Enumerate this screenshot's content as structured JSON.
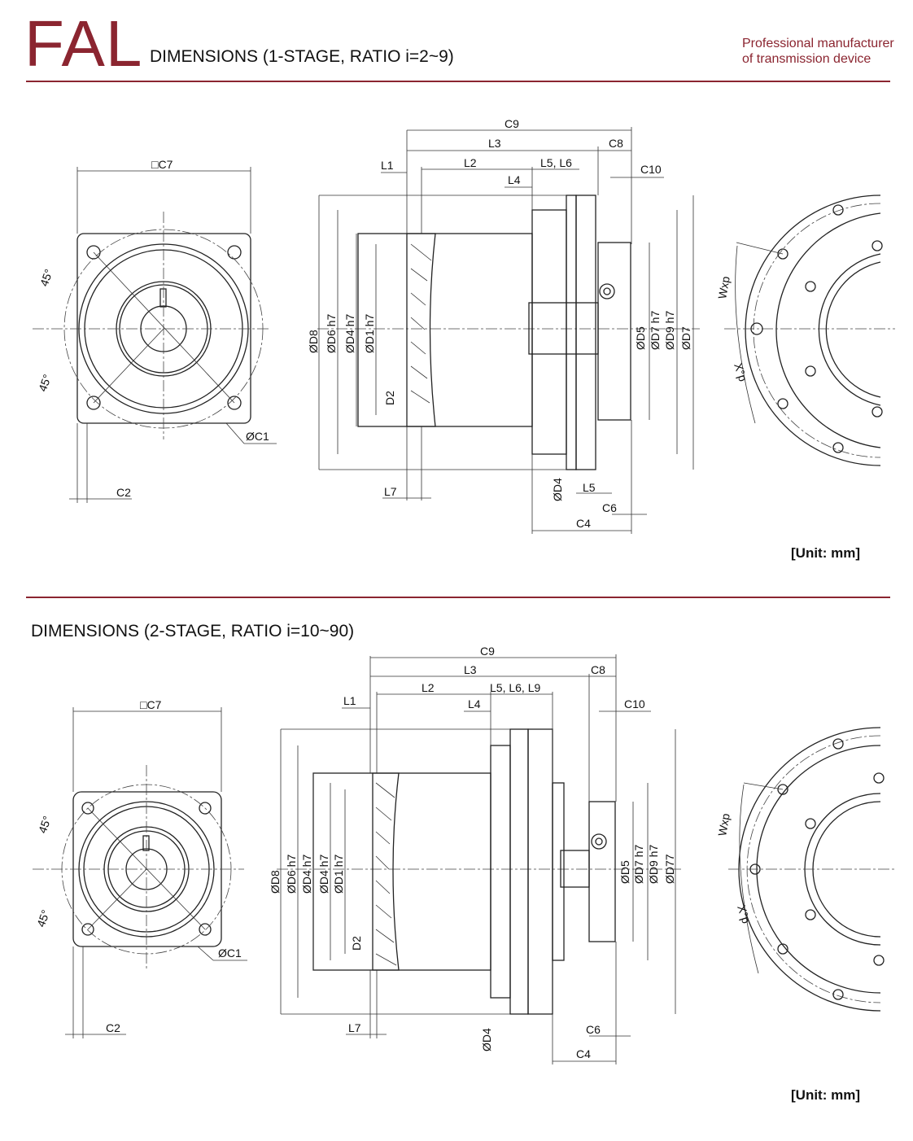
{
  "header": {
    "brand": "FAL",
    "title_1stage": "DIMENSIONS (1-STAGE, RATIO i=2~9)",
    "tagline_line1": "Professional manufacturer",
    "tagline_line2": "of transmission device",
    "brand_color": "#8b2530"
  },
  "section2": {
    "title": "DIMENSIONS (2-STAGE, RATIO i=10~90)"
  },
  "unit_label": "[Unit:  mm]",
  "labels": {
    "C7": "□C7",
    "C1": "ØC1",
    "C2": "C2",
    "deg45": "45°",
    "C9": "C9",
    "L3": "L3",
    "C8": "C8",
    "L1": "L1",
    "L2": "L2",
    "L5L6": "L5, L6",
    "L5L6L9": "L5, L6, L9",
    "L4": "L4",
    "C10": "C10",
    "D8": "ØD8",
    "D6": "ØD6 h7",
    "D4h7": "ØD4 h7",
    "D1": "ØD1 h7",
    "D2": "D2",
    "L7": "L7",
    "D4": "ØD4",
    "L5": "L5",
    "C6": "C6",
    "C4": "C4",
    "D5": "ØD5",
    "D7h7": "ØD7 h7",
    "D9": "ØD9 h7",
    "D7": "ØD7",
    "D77": "ØD77",
    "Wxp": "Wxp",
    "Xp": "X°p"
  }
}
